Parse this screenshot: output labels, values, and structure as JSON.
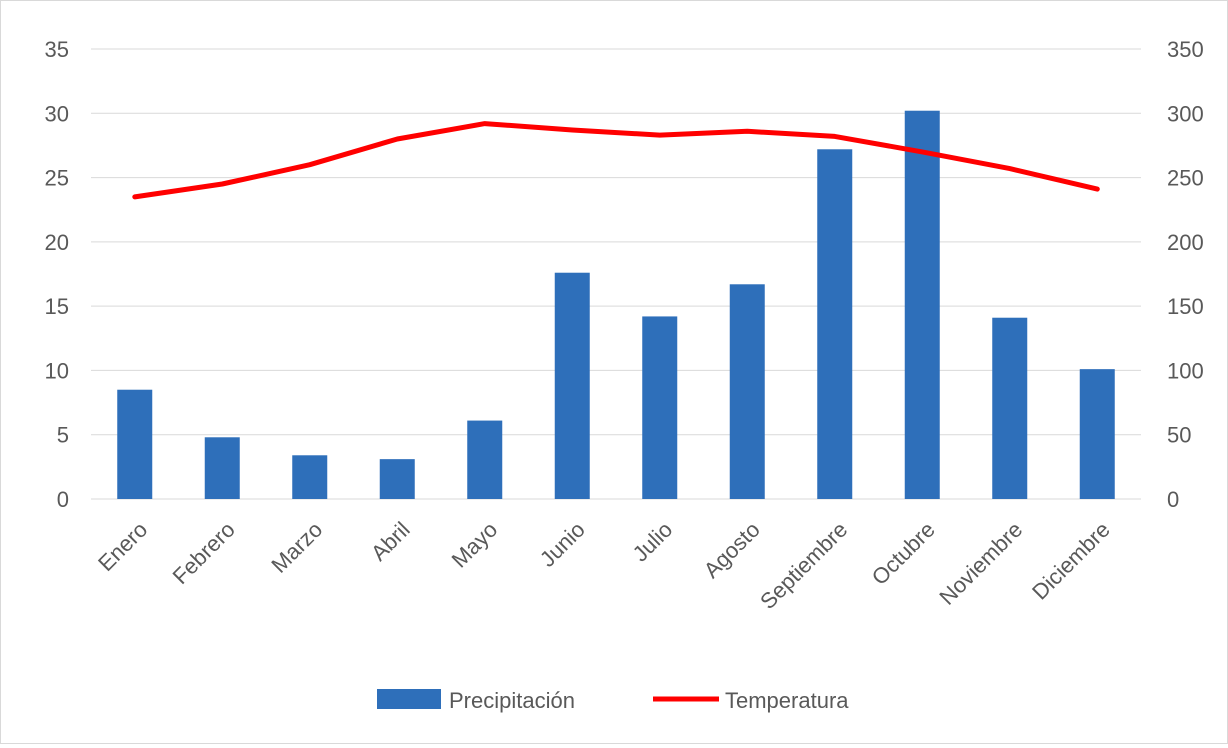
{
  "chart_data": {
    "type": "bar",
    "title": "",
    "xlabel": "",
    "ylabel": "",
    "categories": [
      "Enero",
      "Febrero",
      "Marzo",
      "Abril",
      "Mayo",
      "Junio",
      "Julio",
      "Agosto",
      "Septiembre",
      "Octubre",
      "Noviembre",
      "Diciembre"
    ],
    "series": [
      {
        "name": "Precipitación",
        "type": "bar",
        "axis": "right",
        "color": "#2e6fba",
        "values": [
          85,
          48,
          34,
          31,
          61,
          176,
          142,
          167,
          272,
          302,
          141,
          101
        ]
      },
      {
        "name": "Temperatura",
        "type": "line",
        "axis": "left",
        "color": "#ff0000",
        "values": [
          23.5,
          24.5,
          26.0,
          28.0,
          29.2,
          28.7,
          28.3,
          28.6,
          28.2,
          27.0,
          25.7,
          24.1
        ]
      }
    ],
    "y_left": {
      "min": 0,
      "max": 35,
      "step": 5,
      "ticks": [
        "0",
        "5",
        "10",
        "15",
        "20",
        "25",
        "30",
        "35"
      ]
    },
    "y_right": {
      "min": 0,
      "max": 350,
      "step": 50,
      "ticks": [
        "0",
        "50",
        "100",
        "150",
        "200",
        "250",
        "300",
        "350"
      ]
    },
    "grid": true,
    "legend": "bottom",
    "gridline_color": "#d9d9d9",
    "text_color": "#595959"
  }
}
